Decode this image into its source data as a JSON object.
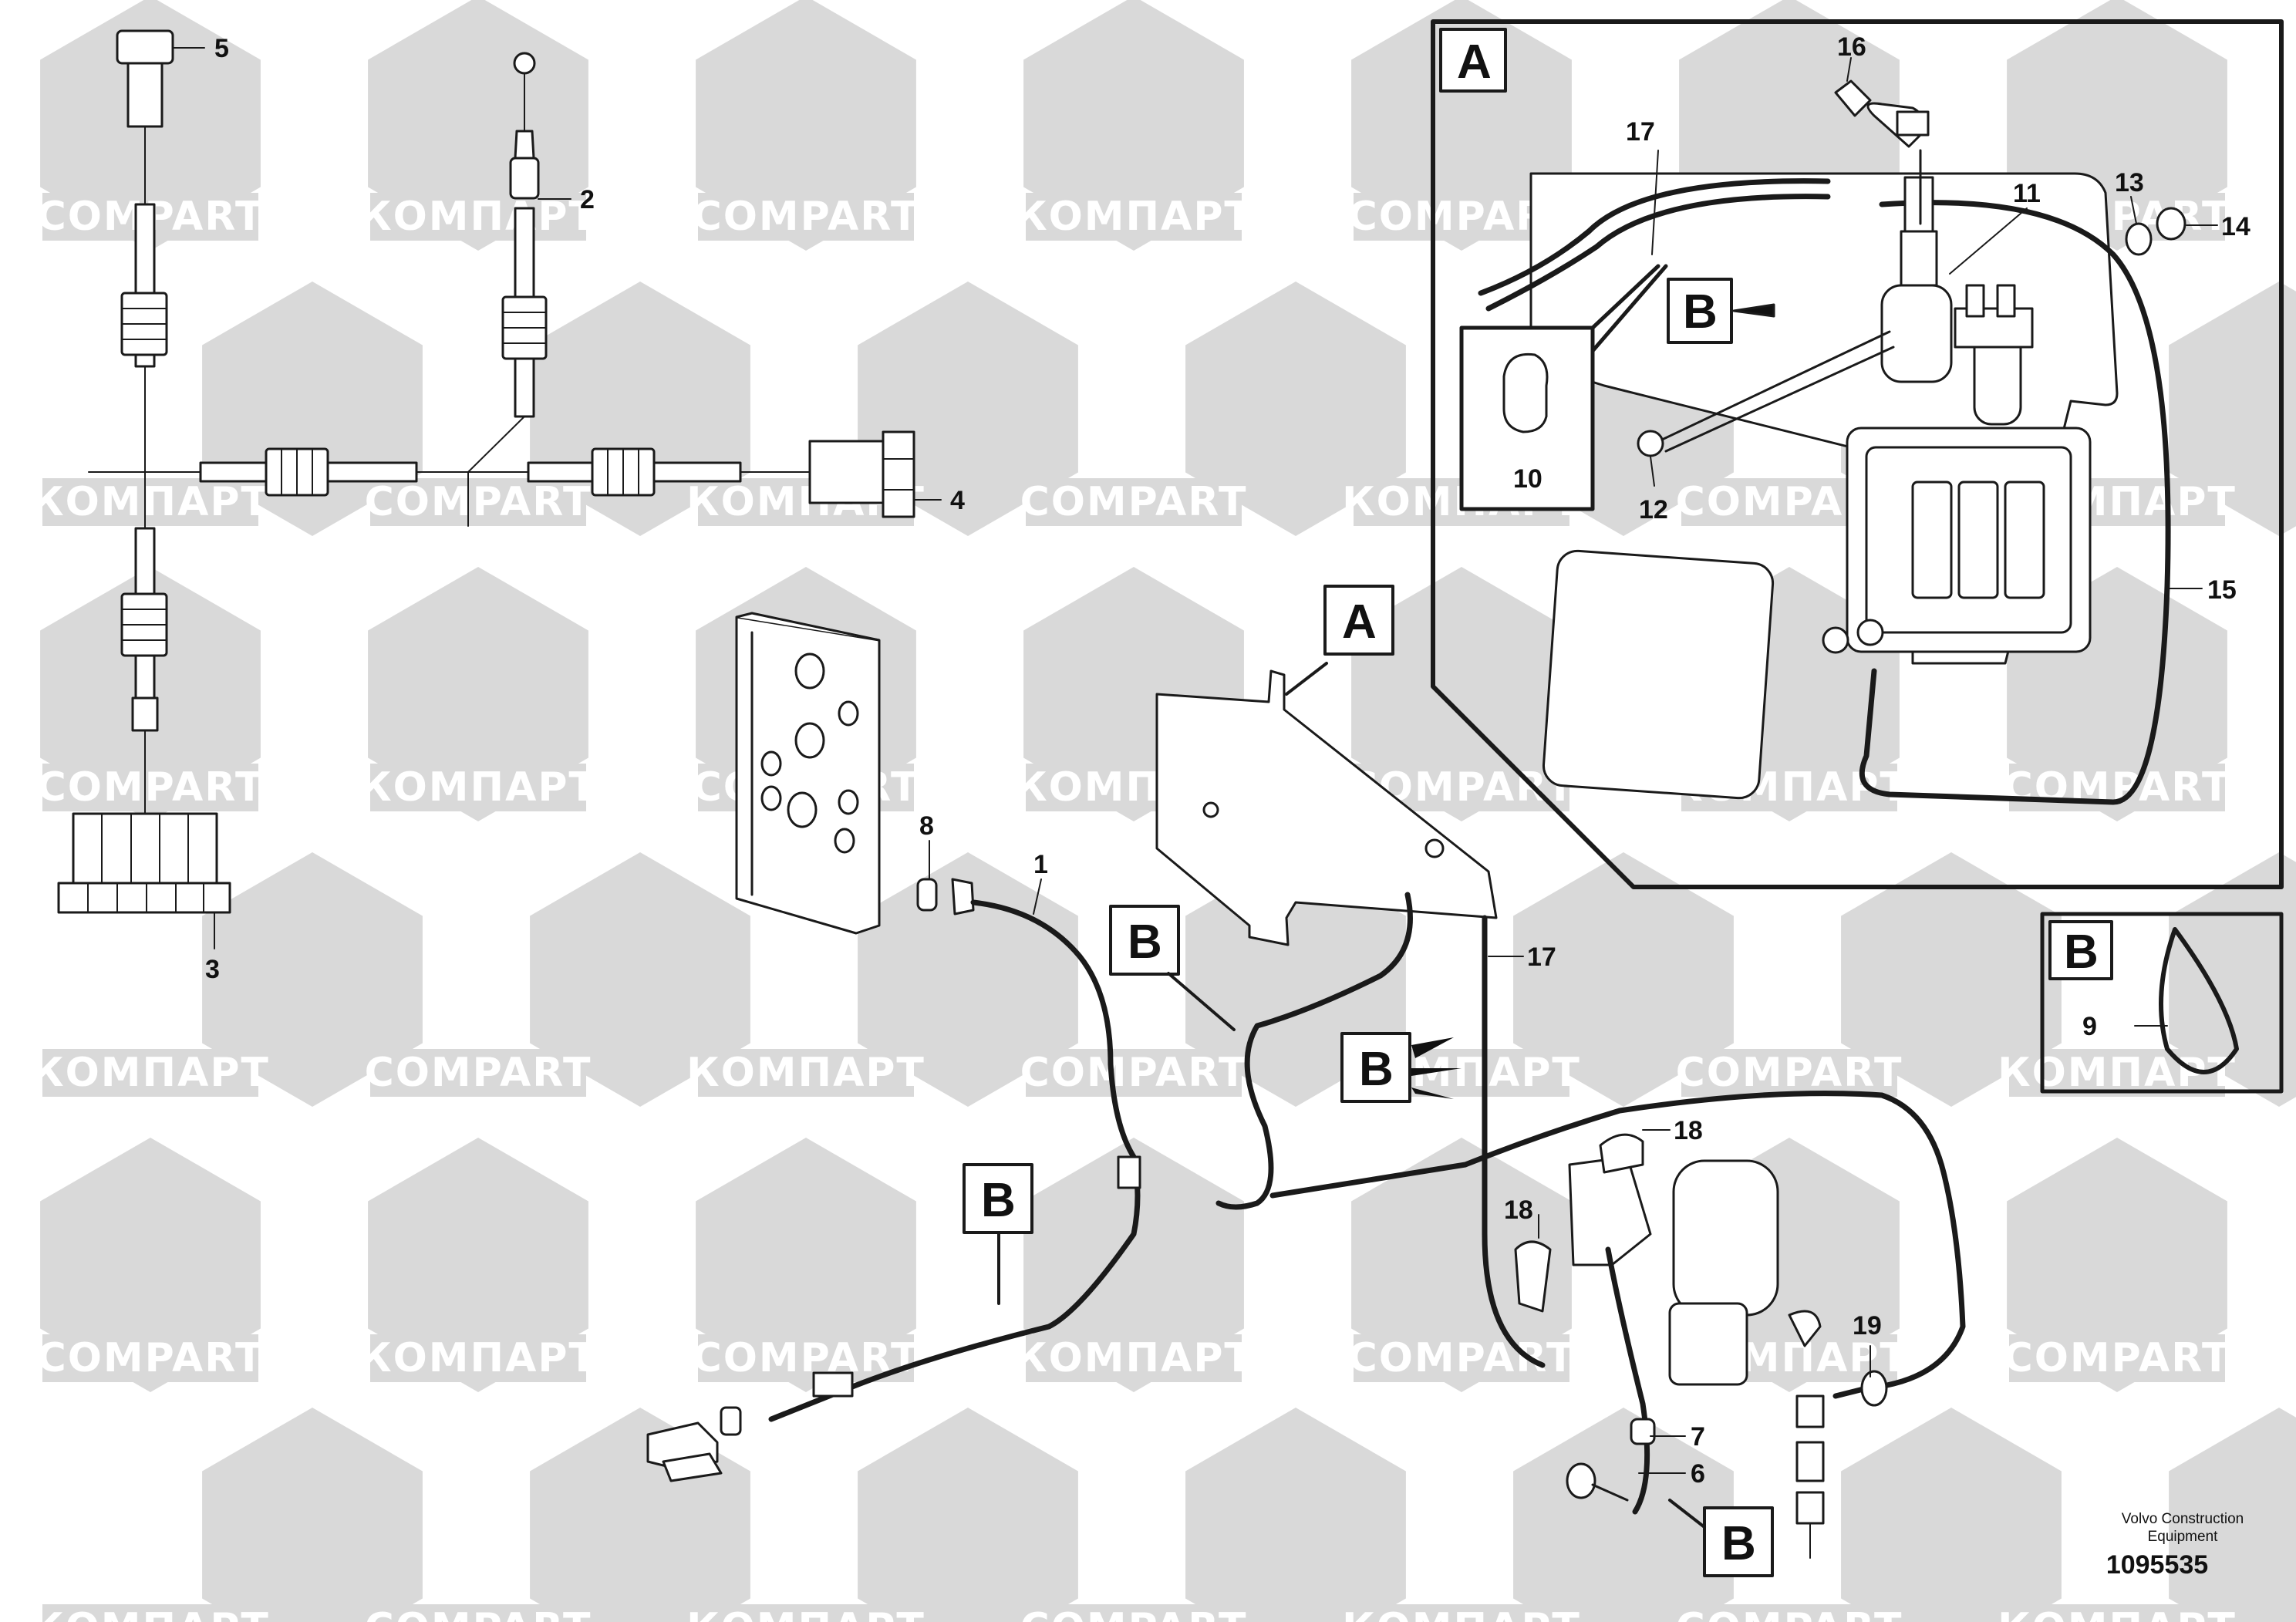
{
  "watermark": {
    "text_latin": "COMPART",
    "text_cyrillic": "КОМПАРТ",
    "color": "#d9d9d9"
  },
  "callouts": {
    "c1": "1",
    "c2": "2",
    "c3": "3",
    "c4": "4",
    "c5": "5",
    "c6": "6",
    "c7": "7",
    "c8": "8",
    "c9": "9",
    "c10": "10",
    "c11": "11",
    "c12": "12",
    "c13": "13",
    "c14": "14",
    "c15": "15",
    "c16": "16",
    "c17a": "17",
    "c17b": "17",
    "c18a": "18",
    "c18b": "18",
    "c19": "19"
  },
  "views": {
    "detail_a_label": "A",
    "detail_b_label": "B",
    "ref_a_main": "A",
    "ref_b_inset": "B",
    "ref_b_1": "B",
    "ref_b_2": "B",
    "ref_b_3": "B",
    "ref_b_4": "B"
  },
  "footer": {
    "line1": "Volvo Construction",
    "line2": "Equipment",
    "part_number": "1095535"
  }
}
